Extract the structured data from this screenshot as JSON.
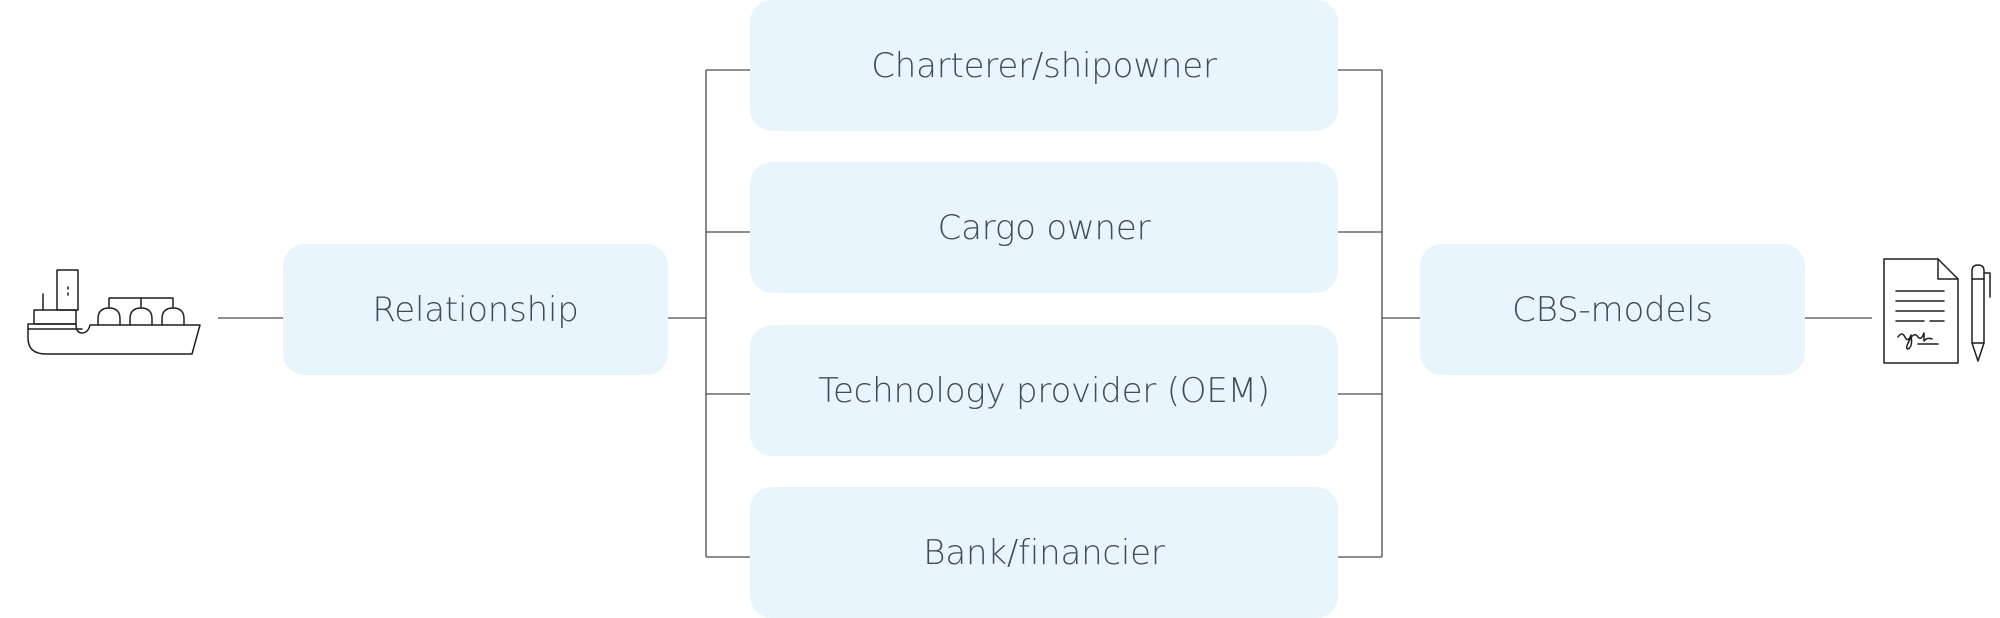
{
  "diagram": {
    "left_icon": "ship-icon",
    "right_icon": "signed-contract-icon",
    "relationship_label": "Relationship",
    "cbs_label": "CBS-models",
    "stakeholders": [
      "Charterer/shipowner",
      "Cargo owner",
      "Technology provider (OEM)",
      "Bank/financier"
    ],
    "colors": {
      "box_fill": "#e8f5fd",
      "text": "#3d4b5c",
      "line": "#4a4a4a"
    }
  }
}
